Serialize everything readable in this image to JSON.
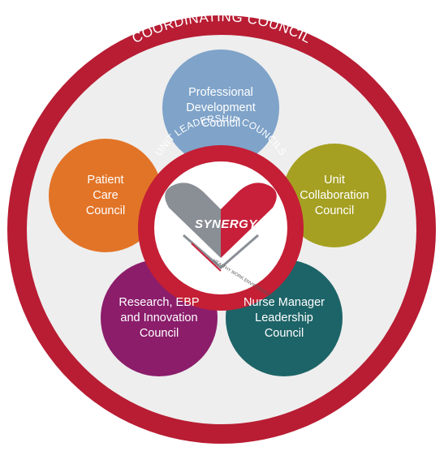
{
  "outer_ring_title": "COORDINATING COUNCIL",
  "inner_ring_title": "UNIT LEADERSHIP COUNCILS",
  "logo": {
    "word": "SYNERGY",
    "tagline": "HEALTHY WORK ENVIRONMENT"
  },
  "councils": [
    {
      "id": "professional-development",
      "label": "Professional\nDevelopment\nCouncil",
      "color": "#7fa3c9"
    },
    {
      "id": "unit-collaboration",
      "label": "Unit\nCollaboration\nCouncil",
      "color": "#a5a021"
    },
    {
      "id": "nurse-manager-leadership",
      "label": "Nurse Manager\nLeadership\nCouncil",
      "color": "#1d6468"
    },
    {
      "id": "research-ebp-innovation",
      "label": "Research, EBP\nand Innovation\nCouncil",
      "color": "#8b1d6b"
    },
    {
      "id": "patient-care",
      "label": "Patient\nCare\nCouncil",
      "color": "#e27427"
    }
  ],
  "colors": {
    "ring_red": "#c41f35",
    "ring_light": "#efefef",
    "heart_gray": "#8a8f96",
    "heart_red": "#c8203a"
  }
}
